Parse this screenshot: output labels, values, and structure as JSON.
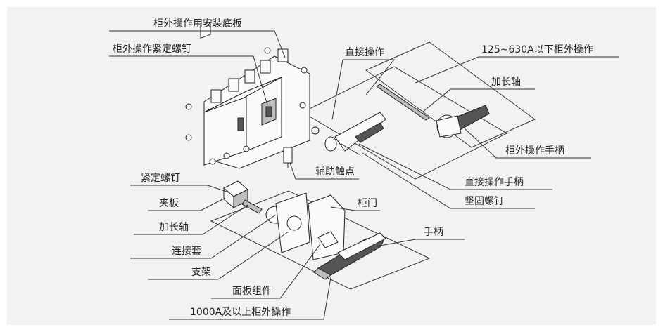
{
  "colors": {
    "background": "#f2f2f2",
    "line": "#333333",
    "text": "#222222"
  },
  "labels": {
    "mounting_plate": "柜外操作用安装底板",
    "fixing_screw_outside": "柜外操作紧定螺钉",
    "direct_operation": "直接操作",
    "outside_op_125_630": "125~630A以下柜外操作",
    "extension_shaft_top": "加长轴",
    "outside_handle": "柜外操作手柄",
    "aux_contact": "辅助触点",
    "direct_handle": "直接操作手柄",
    "fastening_screw": "坚固螺钉",
    "set_screw": "紧定螺钉",
    "clamp_plate": "夹板",
    "extension_shaft_bottom": "加长轴",
    "connector_sleeve": "连接套",
    "bracket": "支架",
    "panel_assembly": "面板组件",
    "cabinet_door": "柜门",
    "handle": "手柄",
    "outside_op_1000": "1000A及以上柜外操作"
  }
}
